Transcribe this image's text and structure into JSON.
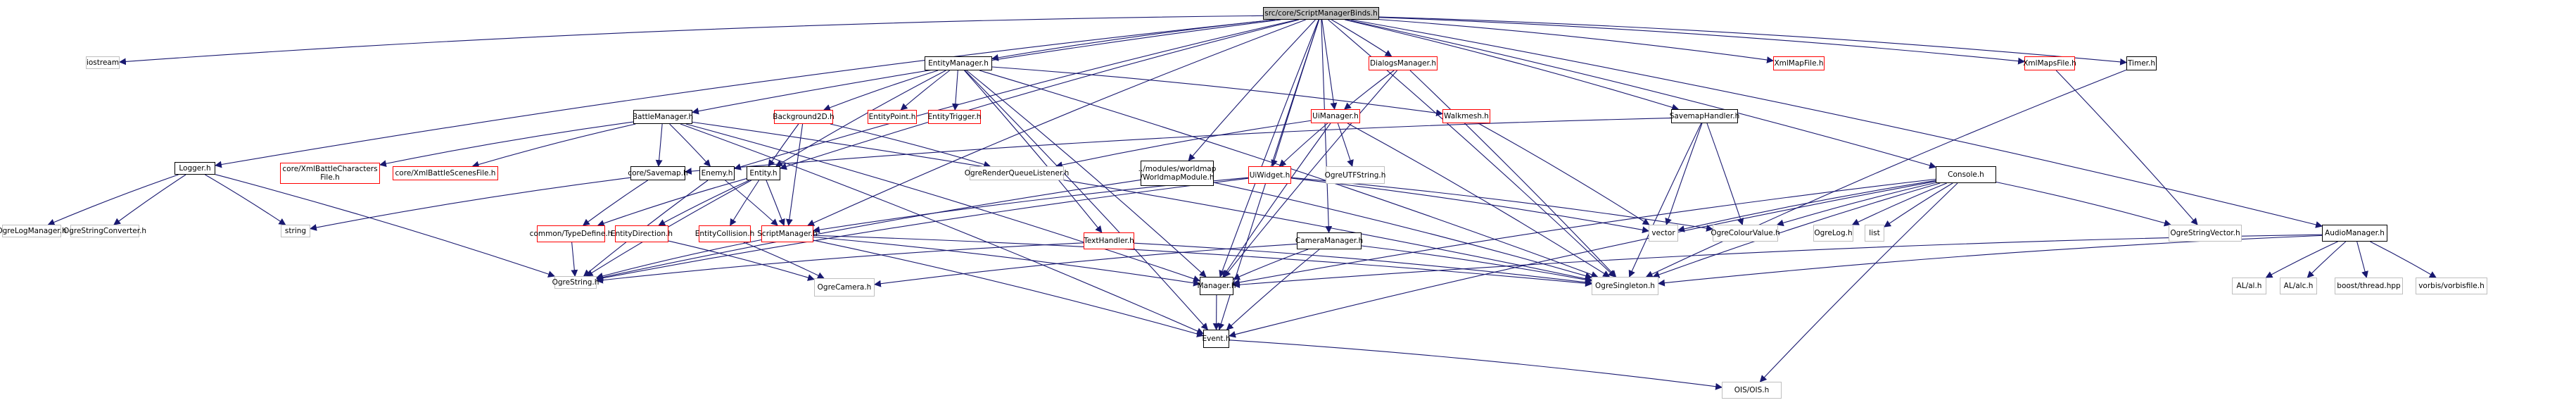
{
  "graph": {
    "title": "src/core/ScriptManagerBinds.h",
    "edge_color": "#191970",
    "legend_colors": {
      "root_fill": "#bfbfbf",
      "documented_border": "#000000",
      "undocumented_border": "#ff0000",
      "external_border": "#bfbfbf"
    },
    "nodes": [
      {
        "id": "root",
        "label": "src/core/ScriptManagerBinds.h",
        "kind": "root"
      },
      {
        "id": "iostream",
        "label": "iostream",
        "kind": "ext"
      },
      {
        "id": "logger",
        "label": "Logger.h",
        "kind": "doc"
      },
      {
        "id": "ogrelogmanager",
        "label": "OgreLogManager.h",
        "kind": "ext"
      },
      {
        "id": "ogrestringconverter",
        "label": "OgreStringConverter.h",
        "kind": "ext"
      },
      {
        "id": "string",
        "label": "string",
        "kind": "ext"
      },
      {
        "id": "ogrestring",
        "label": "OgreString.h",
        "kind": "ext"
      },
      {
        "id": "battlemanager",
        "label": "BattleManager.h",
        "kind": "doc"
      },
      {
        "id": "xmlbattlechars",
        "label": "core/XmlBattleCharacters\nFile.h",
        "kind": "nodoc"
      },
      {
        "id": "xmlbattlescenes",
        "label": "core/XmlBattleScenesFile.h",
        "kind": "nodoc"
      },
      {
        "id": "savemap",
        "label": "core/Savemap.h",
        "kind": "doc"
      },
      {
        "id": "enemy",
        "label": "Enemy.h",
        "kind": "doc"
      },
      {
        "id": "entity",
        "label": "Entity.h",
        "kind": "doc"
      },
      {
        "id": "typedefine",
        "label": "common/TypeDefine.h",
        "kind": "nodoc"
      },
      {
        "id": "entitydirection",
        "label": "EntityDirection.h",
        "kind": "nodoc"
      },
      {
        "id": "entitycollision",
        "label": "EntityCollision.h",
        "kind": "nodoc"
      },
      {
        "id": "scriptmanager",
        "label": "ScriptManager.h",
        "kind": "nodoc"
      },
      {
        "id": "ogrecamera",
        "label": "OgreCamera.h",
        "kind": "ext"
      },
      {
        "id": "entitymanager",
        "label": "EntityManager.h",
        "kind": "doc"
      },
      {
        "id": "background2d",
        "label": "Background2D.h",
        "kind": "nodoc"
      },
      {
        "id": "entitypoint",
        "label": "EntityPoint.h",
        "kind": "nodoc"
      },
      {
        "id": "entitytrigger",
        "label": "EntityTrigger.h",
        "kind": "nodoc"
      },
      {
        "id": "ogrerenderqueue",
        "label": "OgreRenderQueueListener.h",
        "kind": "ext"
      },
      {
        "id": "worldmapmodule",
        "label": "../modules/worldmap\n/WorldmapModule.h",
        "kind": "doc"
      },
      {
        "id": "texthandler",
        "label": "TextHandler.h",
        "kind": "nodoc"
      },
      {
        "id": "dialogsmanager",
        "label": "DialogsManager.h",
        "kind": "nodoc"
      },
      {
        "id": "uimanager",
        "label": "UiManager.h",
        "kind": "nodoc"
      },
      {
        "id": "walkmesh",
        "label": "Walkmesh.h",
        "kind": "nodoc"
      },
      {
        "id": "uiwidget",
        "label": "UiWidget.h",
        "kind": "nodoc"
      },
      {
        "id": "ogreutfstring",
        "label": "OgreUTFString.h",
        "kind": "ext"
      },
      {
        "id": "cameramanager",
        "label": "CameraManager.h",
        "kind": "doc"
      },
      {
        "id": "manager",
        "label": "Manager.h",
        "kind": "doc"
      },
      {
        "id": "event",
        "label": "Event.h",
        "kind": "doc"
      },
      {
        "id": "ois",
        "label": "OIS/OIS.h",
        "kind": "ext"
      },
      {
        "id": "ogresingleton",
        "label": "OgreSingleton.h",
        "kind": "ext"
      },
      {
        "id": "xmlmapfile",
        "label": "XmlMapFile.h",
        "kind": "nodoc"
      },
      {
        "id": "xmlmapsfile",
        "label": "XmlMapsFile.h",
        "kind": "nodoc"
      },
      {
        "id": "timer",
        "label": "Timer.h",
        "kind": "doc"
      },
      {
        "id": "savemaphandler",
        "label": "SavemapHandler.h",
        "kind": "doc"
      },
      {
        "id": "vector",
        "label": "vector",
        "kind": "ext"
      },
      {
        "id": "ogrecolourvalue",
        "label": "OgreColourValue.h",
        "kind": "ext"
      },
      {
        "id": "console",
        "label": "Console.h",
        "kind": "doc"
      },
      {
        "id": "ogrelog",
        "label": "OgreLog.h",
        "kind": "ext"
      },
      {
        "id": "list",
        "label": "list",
        "kind": "ext"
      },
      {
        "id": "ogrestringvector",
        "label": "OgreStringVector.h",
        "kind": "ext"
      },
      {
        "id": "audiomanager",
        "label": "AudioManager.h",
        "kind": "doc"
      },
      {
        "id": "al",
        "label": "AL/al.h",
        "kind": "ext"
      },
      {
        "id": "alc",
        "label": "AL/alc.h",
        "kind": "ext"
      },
      {
        "id": "boostthread",
        "label": "boost/thread.hpp",
        "kind": "ext"
      },
      {
        "id": "vorbisfile",
        "label": "vorbis/vorbisfile.h",
        "kind": "ext"
      }
    ],
    "edges": [
      [
        "root",
        "iostream"
      ],
      [
        "root",
        "logger"
      ],
      [
        "root",
        "battlemanager"
      ],
      [
        "root",
        "enemy"
      ],
      [
        "root",
        "entity"
      ],
      [
        "root",
        "entitymanager"
      ],
      [
        "root",
        "scriptmanager"
      ],
      [
        "root",
        "worldmapmodule"
      ],
      [
        "root",
        "uiwidget"
      ],
      [
        "root",
        "uimanager"
      ],
      [
        "root",
        "dialogsmanager"
      ],
      [
        "root",
        "xmlmapfile"
      ],
      [
        "root",
        "xmlmapsfile"
      ],
      [
        "root",
        "timer"
      ],
      [
        "root",
        "savemaphandler"
      ],
      [
        "root",
        "console"
      ],
      [
        "root",
        "audiomanager"
      ],
      [
        "root",
        "cameramanager"
      ],
      [
        "root",
        "event"
      ],
      [
        "root",
        "manager"
      ],
      [
        "root",
        "ogresingleton"
      ],
      [
        "logger",
        "ogrelogmanager"
      ],
      [
        "logger",
        "ogrestringconverter"
      ],
      [
        "logger",
        "string"
      ],
      [
        "logger",
        "ogrestring"
      ],
      [
        "battlemanager",
        "xmlbattlechars"
      ],
      [
        "battlemanager",
        "xmlbattlescenes"
      ],
      [
        "battlemanager",
        "enemy"
      ],
      [
        "battlemanager",
        "manager"
      ],
      [
        "battlemanager",
        "event"
      ],
      [
        "battlemanager",
        "ogresingleton"
      ],
      [
        "battlemanager",
        "savemap"
      ],
      [
        "savemap",
        "string"
      ],
      [
        "savemap",
        "typedefine"
      ],
      [
        "enemy",
        "ogrestring"
      ],
      [
        "enemy",
        "scriptmanager"
      ],
      [
        "entity",
        "entitydirection"
      ],
      [
        "entity",
        "entitycollision"
      ],
      [
        "entity",
        "scriptmanager"
      ],
      [
        "entity",
        "ogrestring"
      ],
      [
        "entity",
        "typedefine"
      ],
      [
        "typedefine",
        "ogrestring"
      ],
      [
        "entitydirection",
        "ogrecamera"
      ],
      [
        "entitycollision",
        "ogrecamera"
      ],
      [
        "scriptmanager",
        "ogrestring"
      ],
      [
        "scriptmanager",
        "manager"
      ],
      [
        "scriptmanager",
        "event"
      ],
      [
        "scriptmanager",
        "ogresingleton"
      ],
      [
        "entitymanager",
        "background2d"
      ],
      [
        "entitymanager",
        "entitypoint"
      ],
      [
        "entitymanager",
        "entitytrigger"
      ],
      [
        "entitymanager",
        "entity"
      ],
      [
        "entitymanager",
        "walkmesh"
      ],
      [
        "entitymanager",
        "manager"
      ],
      [
        "entitymanager",
        "ogresingleton"
      ],
      [
        "entitymanager",
        "event"
      ],
      [
        "entitymanager",
        "texthandler"
      ],
      [
        "background2d",
        "entity"
      ],
      [
        "background2d",
        "scriptmanager"
      ],
      [
        "background2d",
        "ogrerenderqueue"
      ],
      [
        "texthandler",
        "ogrestring"
      ],
      [
        "texthandler",
        "ogresingleton"
      ],
      [
        "dialogsmanager",
        "uimanager"
      ],
      [
        "dialogsmanager",
        "manager"
      ],
      [
        "dialogsmanager",
        "ogresingleton"
      ],
      [
        "uimanager",
        "uiwidget"
      ],
      [
        "uimanager",
        "ogreutfstring"
      ],
      [
        "uimanager",
        "ogrerenderqueue"
      ],
      [
        "uimanager",
        "manager"
      ],
      [
        "uimanager",
        "ogresingleton"
      ],
      [
        "uiwidget",
        "ogrestring"
      ],
      [
        "uiwidget",
        "scriptmanager"
      ],
      [
        "uiwidget",
        "vector"
      ],
      [
        "uiwidget",
        "ogrecolourvalue"
      ],
      [
        "walkmesh",
        "vector"
      ],
      [
        "worldmapmodule",
        "ogresingleton"
      ],
      [
        "worldmapmodule",
        "ogrestring"
      ],
      [
        "cameramanager",
        "ogrecamera"
      ],
      [
        "cameramanager",
        "manager"
      ],
      [
        "cameramanager",
        "event"
      ],
      [
        "cameramanager",
        "ogresingleton"
      ],
      [
        "manager",
        "event"
      ],
      [
        "event",
        "ois"
      ],
      [
        "savemaphandler",
        "savemap"
      ],
      [
        "savemaphandler",
        "vector"
      ],
      [
        "savemaphandler",
        "ogrecolourvalue"
      ],
      [
        "savemaphandler",
        "ogresingleton"
      ],
      [
        "console",
        "vector"
      ],
      [
        "console",
        "ogrecolourvalue"
      ],
      [
        "console",
        "ogrelog"
      ],
      [
        "console",
        "list"
      ],
      [
        "console",
        "ogrestringvector"
      ],
      [
        "console",
        "ogresingleton"
      ],
      [
        "console",
        "manager"
      ],
      [
        "console",
        "event"
      ],
      [
        "console",
        "ois"
      ],
      [
        "xmlmapsfile",
        "ogrestringvector"
      ],
      [
        "timer",
        "ogresingleton"
      ],
      [
        "audiomanager",
        "al"
      ],
      [
        "audiomanager",
        "alc"
      ],
      [
        "audiomanager",
        "boostthread"
      ],
      [
        "audiomanager",
        "vorbisfile"
      ],
      [
        "audiomanager",
        "manager"
      ],
      [
        "audiomanager",
        "ogresingleton"
      ]
    ]
  }
}
